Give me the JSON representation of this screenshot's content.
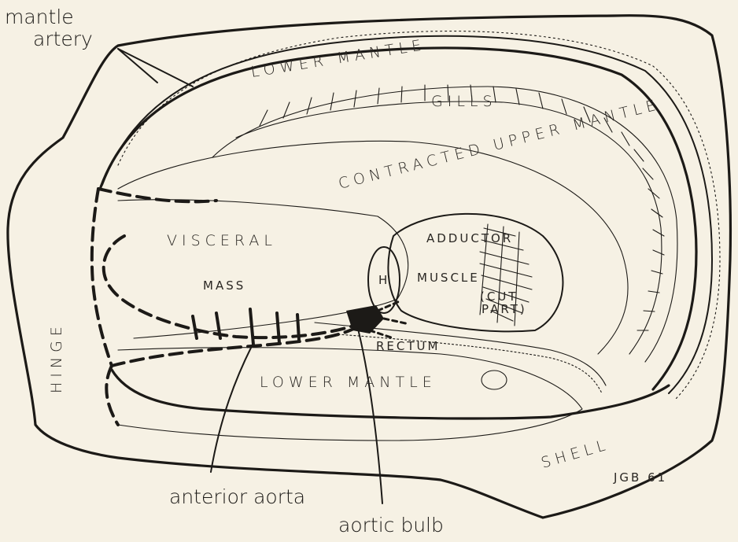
{
  "labels": {
    "mantle_artery_line1": "mantle",
    "mantle_artery_line2": "artery",
    "lower_mantle_top": "LOWER MANTLE",
    "gills": "GILLS",
    "contracted_upper_mantle": "CONTRACTED UPPER MANTLE",
    "visceral": "VISCERAL",
    "mass": "MASS",
    "adductor": "ADDUCTOR",
    "muscle": "MUSCLE",
    "cut_part_line1": "(CUT",
    "cut_part_line2": "PART)",
    "heart": "H",
    "rectum": "RECTUM",
    "lower_mantle_bottom": "LOWER MANTLE",
    "hinge": "HINGE",
    "shell": "SHELL",
    "signature": "JGB 61",
    "anterior_aorta": "anterior aorta",
    "aortic_bulb": "aortic bulb"
  }
}
